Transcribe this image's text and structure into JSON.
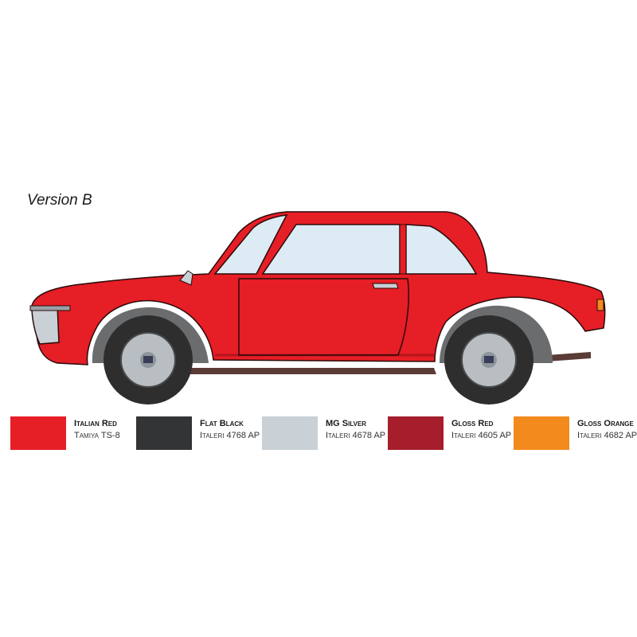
{
  "version_label": "Version B",
  "colors": {
    "body": "#e61e26",
    "body_shade": "#b4161c",
    "outline": "#2a0a0a",
    "glass": "#dcebf4",
    "tire": "#2e2e2e",
    "wheel": "#b9bec2",
    "arch": "#6a6c6e",
    "chassis": "#5a3b36"
  },
  "swatches": [
    {
      "name": "Italian Red",
      "code": "Tamiya TS-8",
      "color": "#e61e26"
    },
    {
      "name": "Flat Black",
      "code": "Italeri 4768 AP",
      "color": "#333436"
    },
    {
      "name": "MG Silver",
      "code": "Italeri 4678 AP",
      "color": "#c9d0d6"
    },
    {
      "name": "Gloss Red",
      "code": "Italeri 4605 AP",
      "color": "#a61e2c"
    },
    {
      "name": "Gloss Orange",
      "code": "Italeri 4682 AP",
      "color": "#f28a1e"
    }
  ]
}
